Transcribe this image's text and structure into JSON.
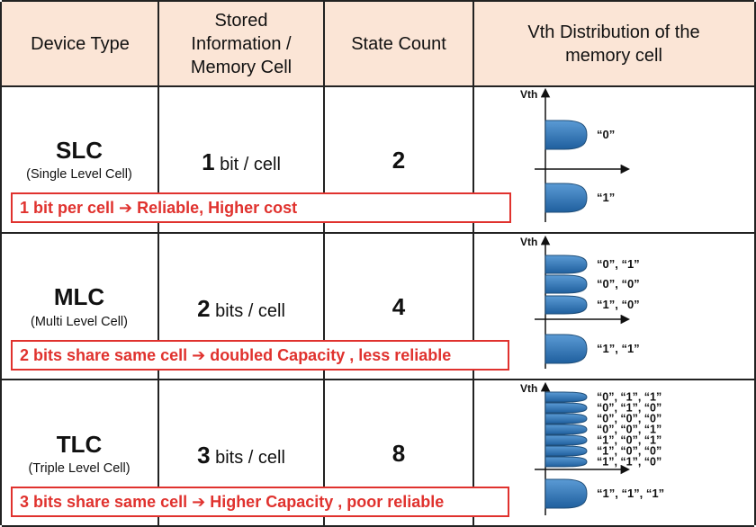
{
  "headers": [
    "Device Type",
    "Stored\nInformation /\nMemory Cell",
    "State Count",
    "Vth Distribution of the\nmemory cell"
  ],
  "rows": [
    {
      "name": "SLC",
      "sub": "(Single Level Cell)",
      "bits_num": "1",
      "bits_unit": " bit / cell",
      "count": "2",
      "note": "1 bit per cell ➔ Reliable, Higher cost",
      "axis_label": "Vth",
      "states": [
        "“0”"
      ],
      "bottom_state": "“1”"
    },
    {
      "name": "MLC",
      "sub": "(Multi Level Cell)",
      "bits_num": "2",
      "bits_unit": " bits / cell",
      "count": "4",
      "note": "2 bits share same cell ➔ doubled Capacity , less reliable",
      "axis_label": "Vth",
      "states": [
        "“0”, “1”",
        "“0”, “0”",
        "“1”, “0”"
      ],
      "bottom_state": "“1”, “1”"
    },
    {
      "name": "TLC",
      "sub": "(Triple Level Cell)",
      "bits_num": "3",
      "bits_unit": " bits / cell",
      "count": "8",
      "note": "3 bits share same cell ➔ Higher Capacity , poor reliable",
      "axis_label": "Vth",
      "states": [
        "“0”, “1”, “1”",
        "“0”, “1”, “0”",
        "“0”, “0”, “0”",
        "“0”, “0”, “1”",
        "“1”, “0”, “1”",
        "“1”, “0”, “0”",
        "“1”, “1”, “0”"
      ],
      "bottom_state": "“1”, “1”, “1”"
    }
  ],
  "colors": {
    "header_bg": "#fbe5d6",
    "note_red": "#e0322e",
    "lobe_blue": "#2e75b6",
    "lobe_light": "#5b9bd5"
  }
}
